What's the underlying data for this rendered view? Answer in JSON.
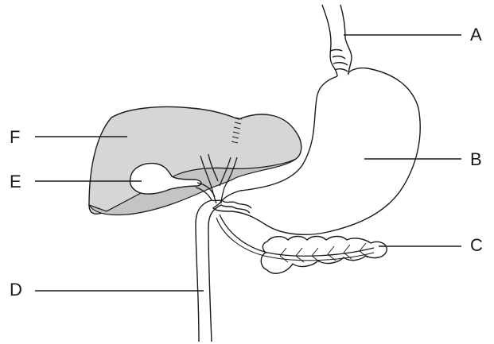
{
  "labels": {
    "a": "A",
    "b": "B",
    "c": "C",
    "d": "D",
    "e": "E",
    "f": "F"
  },
  "colors": {
    "outline": "#1a1a1a",
    "liver_fill": "#d6d6d6",
    "liver_shadow": "#c4c4c4",
    "background": "#ffffff"
  }
}
